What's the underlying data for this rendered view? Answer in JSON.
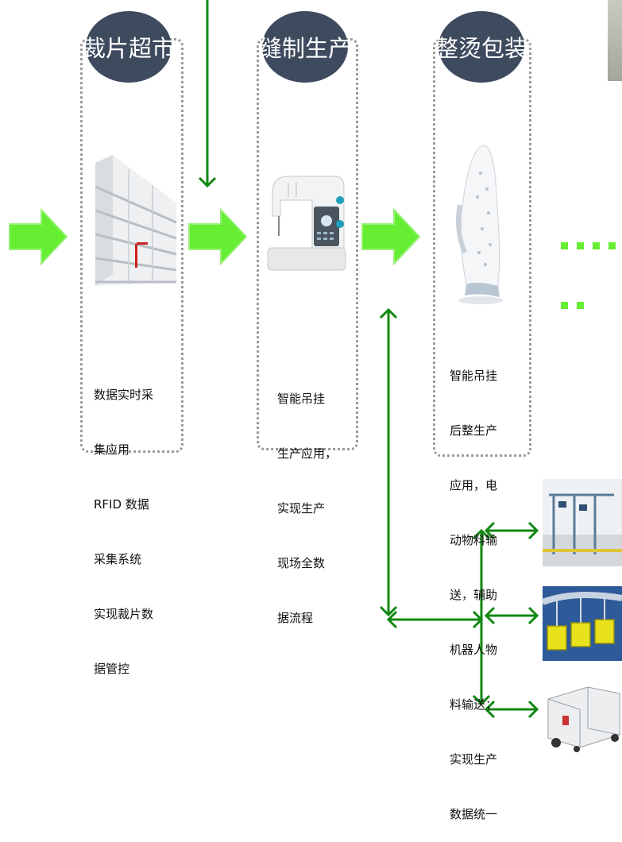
{
  "stages": [
    {
      "title": "裁片超市",
      "icon": "store-shelf-icon",
      "desc_lines": [
        "数据实时采",
        "集应用",
        "RFID 数据",
        "采集系统",
        "实现裁片数",
        "据管控"
      ]
    },
    {
      "title": "缝制生产",
      "icon": "sewing-machine-icon",
      "desc_lines": [
        "智能吊挂",
        "生产应用，",
        "实现生产",
        "现场全数",
        "据流程"
      ]
    },
    {
      "title": "整烫包装",
      "icon": "iron-icon",
      "desc_lines": [
        "智能吊挂",
        "后整生产",
        "应用，电",
        "动物料输",
        "送，辅助",
        "机器人物",
        "料输送；",
        "实现生产",
        "数据统一"
      ]
    }
  ],
  "side_images": [
    "hanging-system-photo",
    "conveyor-baskets-photo",
    "agv-robot-photo"
  ],
  "colors": {
    "badge": "#3e4a5e",
    "flow_arrow": "#66ee33",
    "link_arrow": "#118811",
    "dotted": "#66ee33",
    "stage_border": "#9a9a9a"
  }
}
